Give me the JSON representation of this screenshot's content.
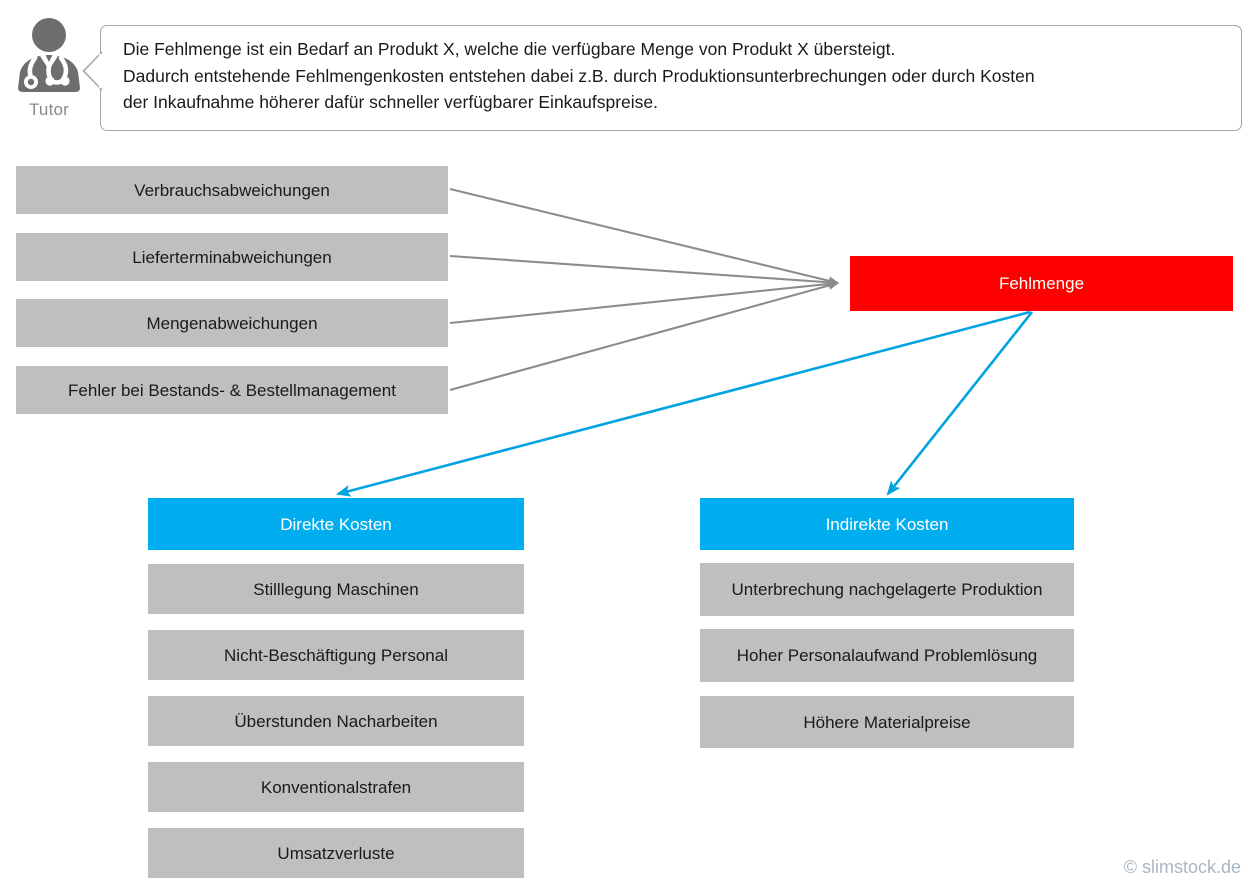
{
  "tutor": {
    "label": "Tutor",
    "icon": "tutor-doctor-icon",
    "bubble_text": "Die Fehlmenge ist ein Bedarf an Produkt X, welche die verfügbare Menge von Produkt X übersteigt.\nDadurch entstehende Fehlmengenkosten entstehen dabei z.B. durch Produktionsunterbrechungen oder durch Kosten\nder Inkaufnahme höherer dafür schneller verfügbarer Einkaufspreise."
  },
  "causes": [
    {
      "label": "Verbrauchsabweichungen"
    },
    {
      "label": "Lieferterminabweichungen"
    },
    {
      "label": "Mengenabweichungen"
    },
    {
      "label": "Fehler bei Bestands- & Bestellmanagement"
    }
  ],
  "center": {
    "label": "Fehlmenge"
  },
  "direct_costs": {
    "header": "Direkte Kosten",
    "items": [
      {
        "label": "Stilllegung Maschinen"
      },
      {
        "label": "Nicht-Beschäftigung Personal"
      },
      {
        "label": "Überstunden Nacharbeiten"
      },
      {
        "label": "Konventionalstrafen"
      },
      {
        "label": "Umsatzverluste"
      }
    ]
  },
  "indirect_costs": {
    "header": "Indirekte Kosten",
    "items": [
      {
        "label": "Unterbrechung nachgelagerte Produktion"
      },
      {
        "label": "Hoher Personalaufwand Problemlösung"
      },
      {
        "label": "Höhere Materialpreise"
      }
    ]
  },
  "footer": {
    "copyright": "© slimstock.de"
  },
  "colors": {
    "gray_box": "#bfbfbf",
    "red_box": "#ff0000",
    "blue_box": "#00AEEF",
    "gray_arrow": "#8c8c8c",
    "blue_arrow": "#00A3E0",
    "bubble_border": "#a6a6a6",
    "tutor_icon": "#6e6e6e",
    "footer_text": "#a9b6c4"
  }
}
